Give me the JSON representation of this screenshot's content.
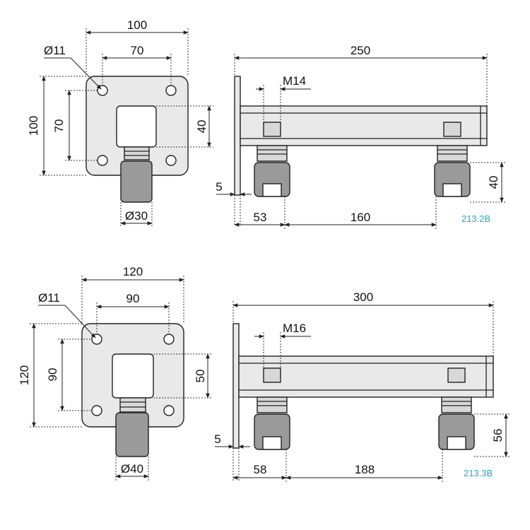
{
  "colors": {
    "part_fill": "#e9e9e9",
    "wheel_fill": "#9a9a9a",
    "ref_code": "#2aa7c1"
  },
  "top": {
    "plate_width": "100",
    "hole_spacing_h": "70",
    "hole_diameter": "Ø11",
    "plate_height": "100",
    "hole_spacing_v": "70",
    "block_height": "40",
    "wheel_diameter": "Ø30",
    "arm_length": "250",
    "thread": "M14",
    "plate_thickness": "5",
    "wheel_height": "40",
    "first_wheel_offset": "53",
    "wheel_spacing": "160",
    "ref_code": "213.2B"
  },
  "bottom": {
    "plate_width": "120",
    "hole_spacing_h": "90",
    "hole_diameter": "Ø11",
    "plate_height": "120",
    "hole_spacing_v": "90",
    "block_height": "50",
    "wheel_diameter": "Ø40",
    "arm_length": "300",
    "thread": "M16",
    "plate_thickness": "5",
    "wheel_height": "56",
    "first_wheel_offset": "58",
    "wheel_spacing": "188",
    "ref_code": "213.3B"
  }
}
